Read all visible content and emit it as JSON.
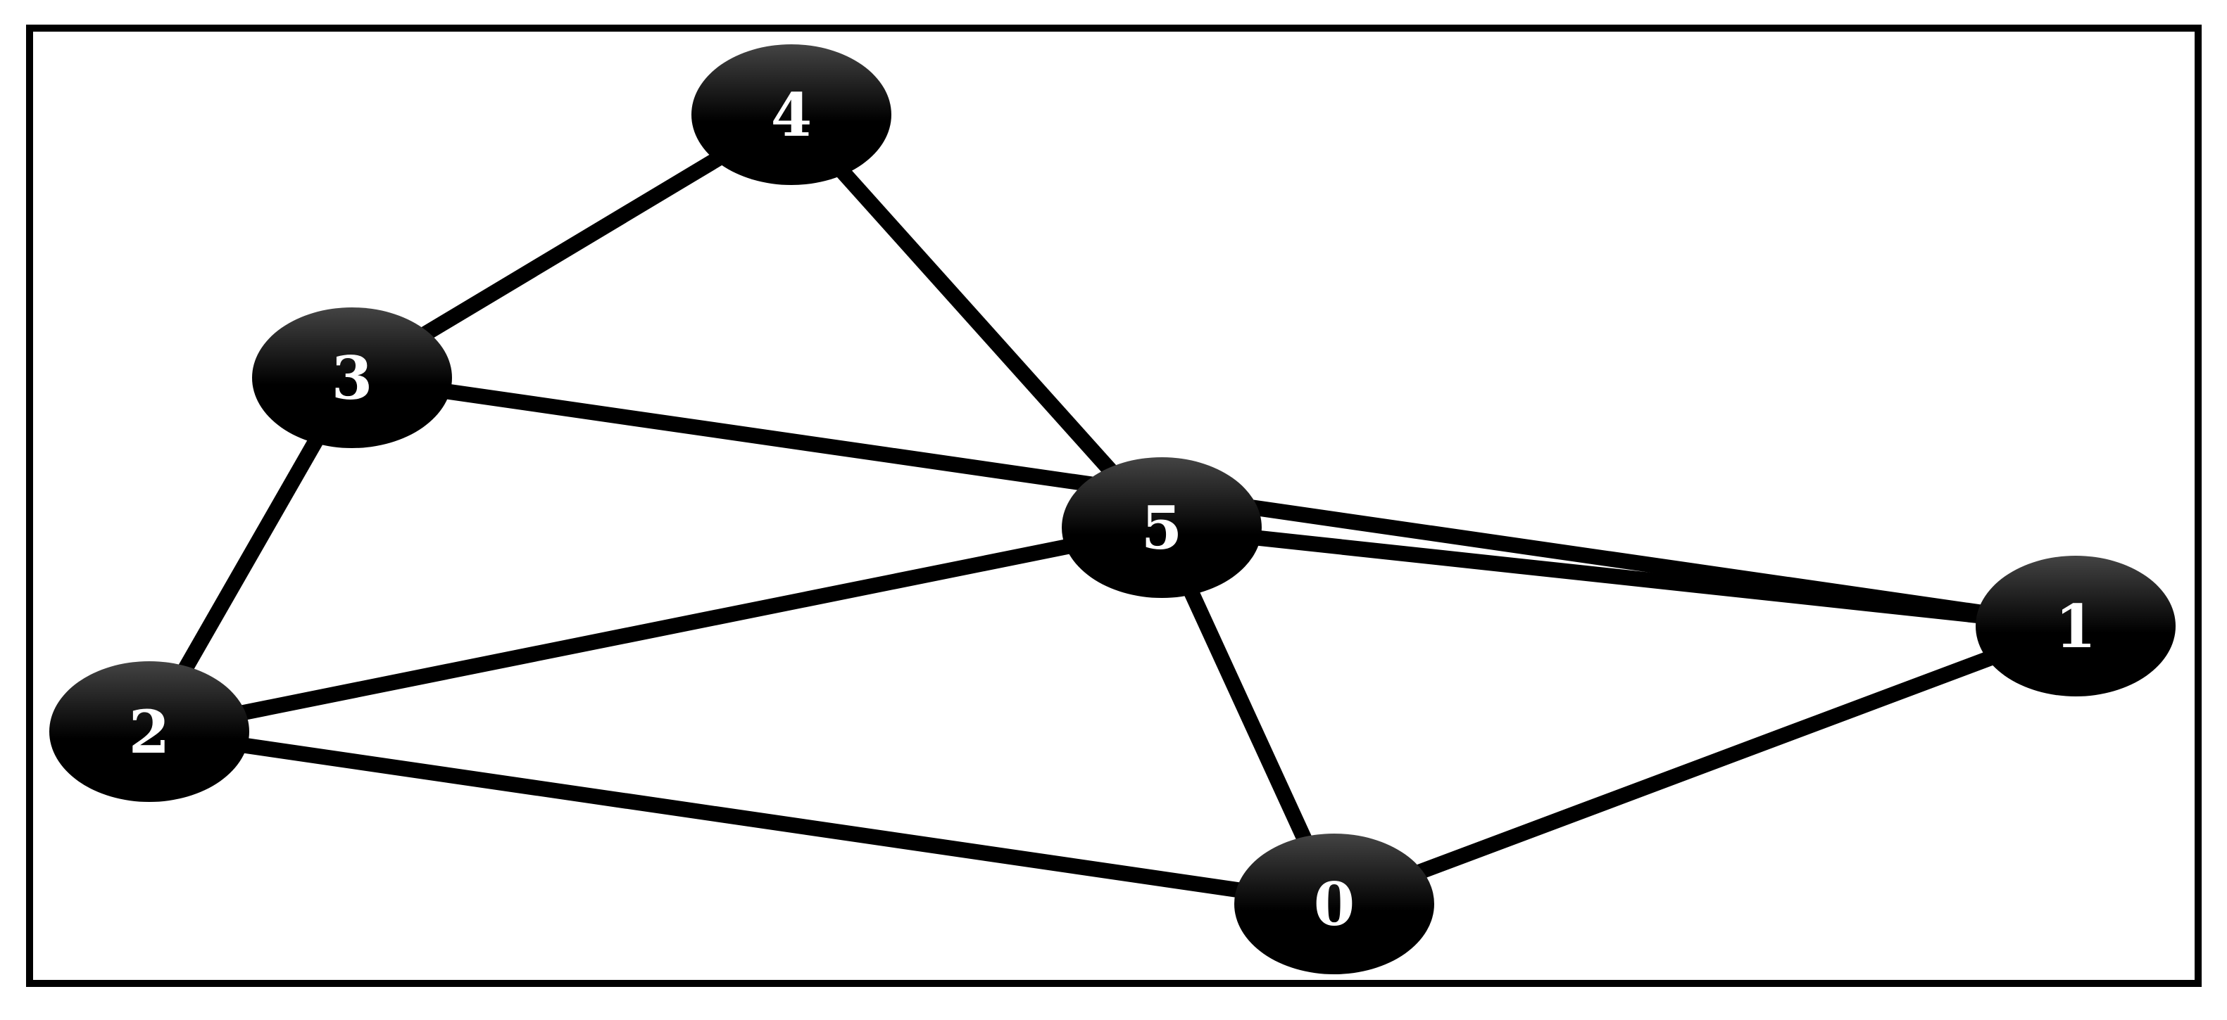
{
  "graph": {
    "colors": {
      "edge": "#000000",
      "node_fill_top": "#444444",
      "node_fill_bottom": "#000000",
      "label": "#ffffff",
      "frame": "#000000",
      "background": "#ffffff"
    },
    "nodes": [
      {
        "id": "n0",
        "label": "0"
      },
      {
        "id": "n1",
        "label": "1"
      },
      {
        "id": "n2",
        "label": "2"
      },
      {
        "id": "n3",
        "label": "3"
      },
      {
        "id": "n4",
        "label": "4"
      },
      {
        "id": "n5",
        "label": "5"
      }
    ],
    "edges": [
      {
        "from": "n3",
        "to": "n4"
      },
      {
        "from": "n4",
        "to": "n5"
      },
      {
        "from": "n3",
        "to": "n2"
      },
      {
        "from": "n3",
        "to": "n1"
      },
      {
        "from": "n2",
        "to": "n5"
      },
      {
        "from": "n2",
        "to": "n0"
      },
      {
        "from": "n5",
        "to": "n1"
      },
      {
        "from": "n5",
        "to": "n0"
      },
      {
        "from": "n0",
        "to": "n1"
      }
    ]
  }
}
